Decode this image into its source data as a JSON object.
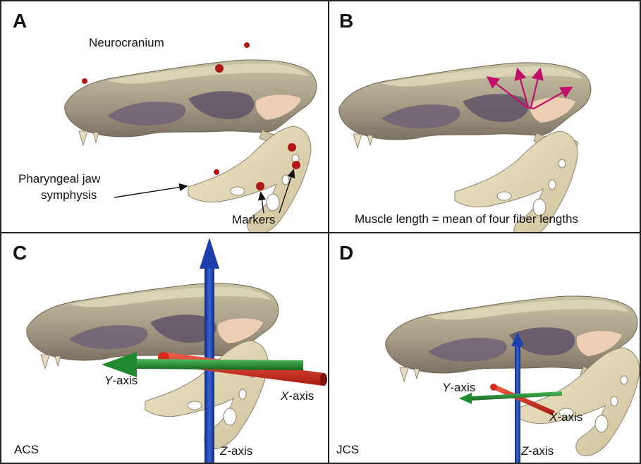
{
  "figure": {
    "panels": [
      {
        "id": "A",
        "annotations": {
          "neurocranium": "Neurocranium",
          "pharyngeal_1": "Pharyngeal jaw",
          "pharyngeal_2": "symphysis",
          "markers": "Markers"
        }
      },
      {
        "id": "B",
        "caption": "Muscle length = mean of four fiber lengths"
      },
      {
        "id": "C",
        "corner": "ACS",
        "axes": {
          "x_letter": "X",
          "x_suffix": "-axis",
          "y_letter": "Y",
          "y_suffix": "-axis",
          "z_letter": "Z",
          "z_suffix": "-axis"
        }
      },
      {
        "id": "D",
        "corner": "JCS",
        "axes": {
          "x_letter": "X",
          "x_suffix": "-axis",
          "y_letter": "Y",
          "y_suffix": "-axis",
          "z_letter": "Z",
          "z_suffix": "-axis"
        }
      }
    ],
    "colors": {
      "bone": "#d9d3b2",
      "bone_dark": "#8f8470",
      "cavity": "#6e6175",
      "marker": "#b01818",
      "fiber": "#c0106a",
      "x_axis": "#d42a1a",
      "y_axis": "#1f8a2e",
      "z_axis": "#1d3fae"
    }
  }
}
